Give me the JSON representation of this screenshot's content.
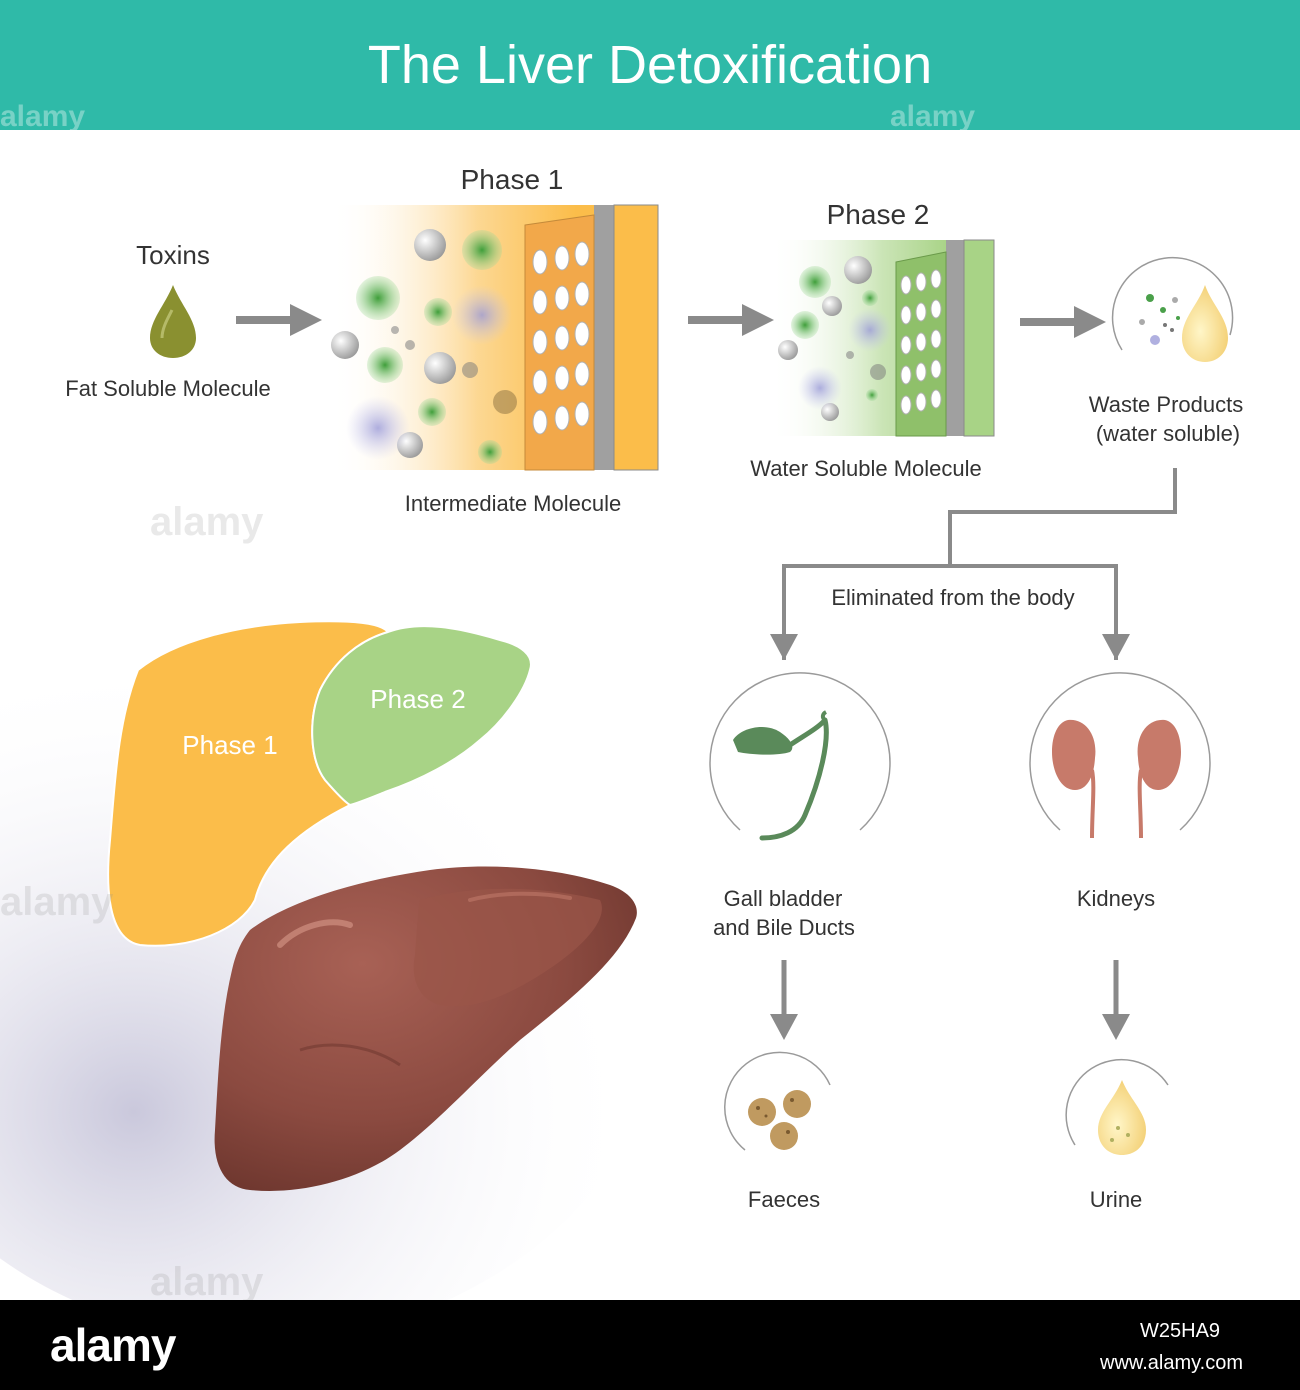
{
  "title": "The Liver Detoxification",
  "colors": {
    "header_teal": "#2fbaa8",
    "phase1_orange": "#fbbd4a",
    "phase2_green": "#a8d386",
    "arrow_gray": "#8a8a8a",
    "liver_brown": "#8b4a40",
    "text_dark": "#333333"
  },
  "pathway": {
    "toxins": {
      "label": "Toxins",
      "caption": "Fat Soluble Molecule"
    },
    "phase1": {
      "label": "Phase 1",
      "caption": "Intermediate Molecule"
    },
    "phase2": {
      "label": "Phase 2",
      "caption": "Water Soluble Molecule"
    },
    "waste": {
      "line1": "Waste Products",
      "line2": "(water soluble)"
    }
  },
  "elimination": {
    "label": "Eliminated from the body",
    "gallbladder": {
      "line1": "Gall bladder",
      "line2": "and Bile Ducts",
      "output": "Faeces"
    },
    "kidneys": {
      "label": "Kidneys",
      "output": "Urine"
    }
  },
  "liver_map": {
    "phase1_label": "Phase 1",
    "phase2_label": "Phase 2"
  },
  "watermark": {
    "text": "alamy"
  },
  "footer": {
    "brand": "alamy",
    "image_id": "W25HA9",
    "url": "www.alamy.com"
  }
}
